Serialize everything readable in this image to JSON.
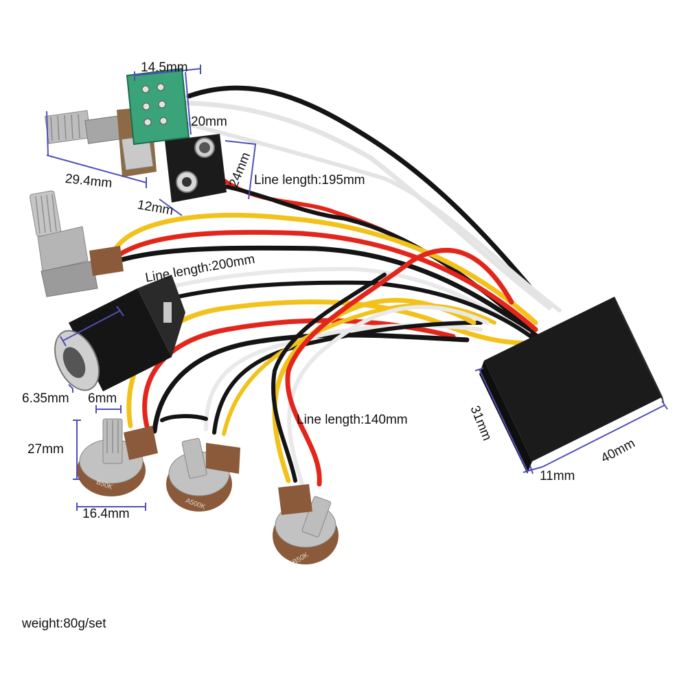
{
  "dimensions": {
    "switch_width": "14.5mm",
    "switch_height": "20mm",
    "switch_length": "29.4mm",
    "battery_width": "24mm",
    "battery_depth": "12mm",
    "jack_length": "27mm",
    "jack_diameter": "6.35mm",
    "pot_shaft": "6mm",
    "pot_height": "27mm",
    "pot_width": "16.4mm",
    "box_height": "31mm",
    "box_width": "40mm",
    "box_depth": "11mm"
  },
  "line_lengths": {
    "battery": "Line length:195mm",
    "jack": "Line length:200mm",
    "pots": "Line length:140mm"
  },
  "pot_markings": [
    "B50K",
    "A500K",
    "B50K"
  ],
  "weight": "weight:80g/set",
  "colors": {
    "wire_black": "#141414",
    "wire_white": "#e9e9e9",
    "wire_red": "#e3261b",
    "wire_yellow": "#f2c21b",
    "dimension_line": "#4f4fb8",
    "pcb_green": "#3aa37a",
    "pot_body": "#8a5a3a",
    "metal": "#c9c9c9"
  }
}
